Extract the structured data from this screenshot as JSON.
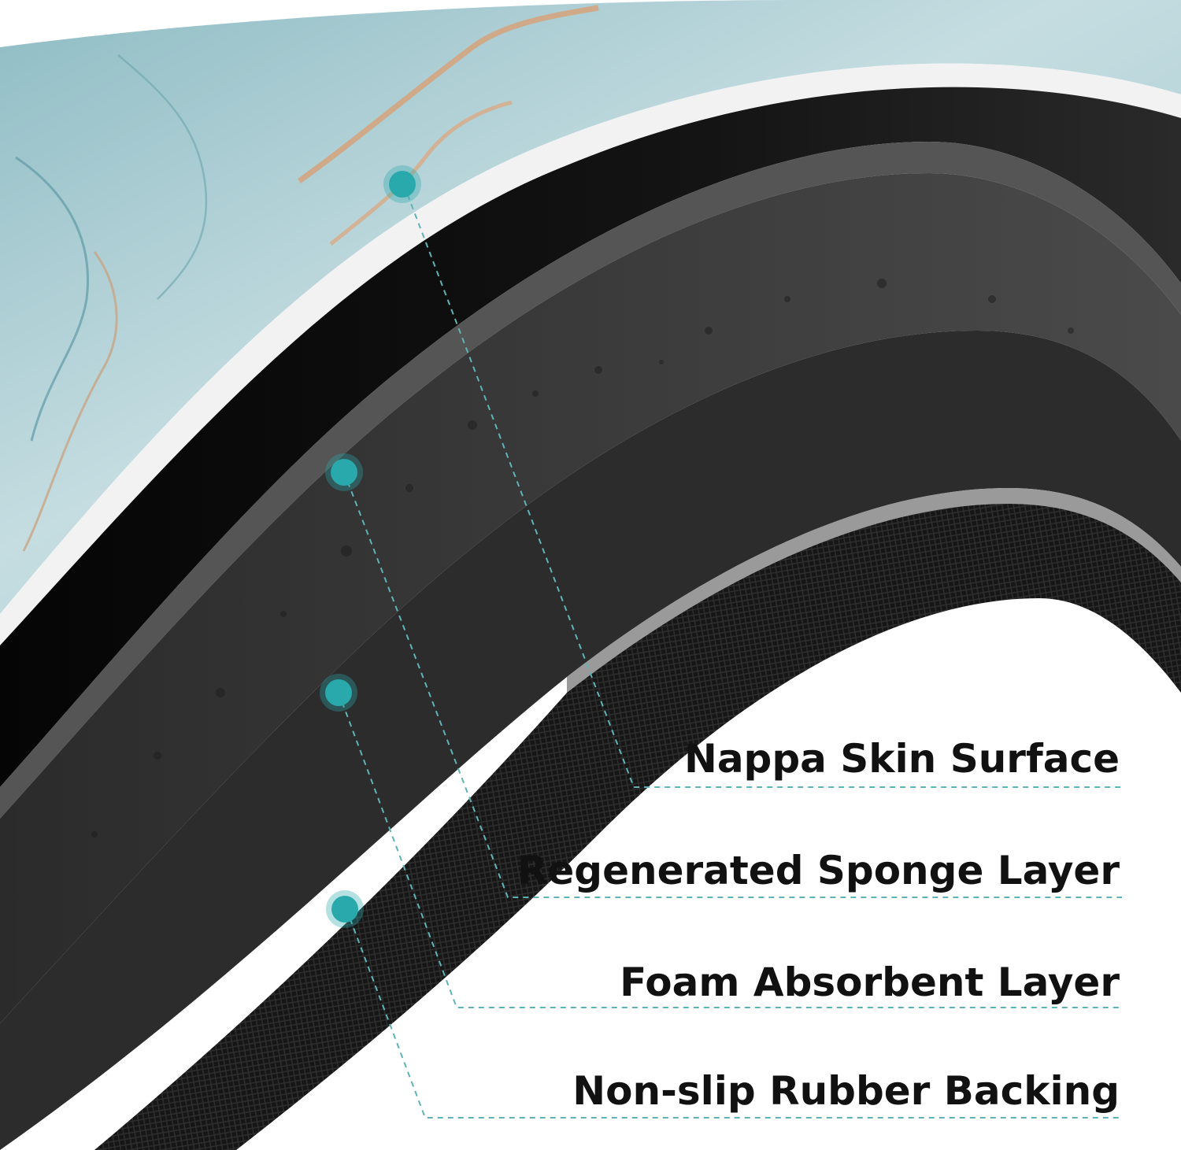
{
  "colors": {
    "marble_light": "#bcd7dc",
    "marble_mid": "#7fb2bc",
    "marble_gold": "#d6a27a",
    "surface_black": "#0d0d0d",
    "edge_gray": "#5a5a5a",
    "sponge_gray": "#3a3a3a",
    "foam_dark": "#2a2a2a",
    "rubber_black": "#1b1b1b",
    "callout_teal": "#2aa9ad",
    "leader_line": "#5fb3b7"
  },
  "layers": [
    {
      "label": "Nappa Skin Surface"
    },
    {
      "label": "Regenerated Sponge Layer"
    },
    {
      "label": "Foam Absorbent Layer"
    },
    {
      "label": "Non-slip Rubber Backing"
    }
  ]
}
